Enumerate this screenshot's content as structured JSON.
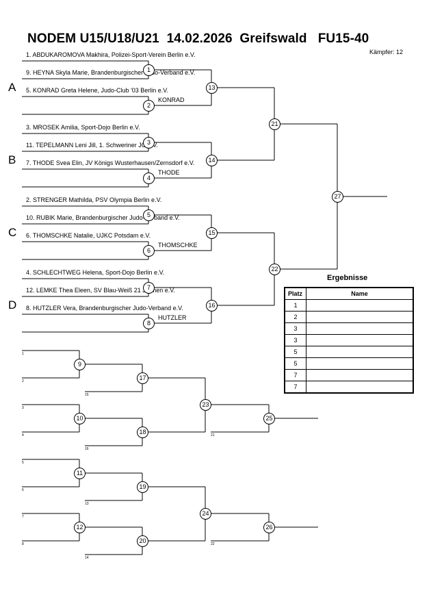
{
  "header": {
    "title": "NODEM U15/U18/U21  14.02.2026  Greifswald   FU15-40",
    "fighter_count": "Kämpfer: 12"
  },
  "groups": [
    "A",
    "B",
    "C",
    "D"
  ],
  "entries": [
    "1. ABDUKAROMOVA Makhira, Polizei-Sport-Verein Berlin e.V.",
    "9. HEYNA Skyla Marie, Brandenburgischer Judo-Verband e.V.",
    "5. KONRAD Greta Helene, Judo-Club '03 Berlin e.V.",
    "",
    "3. MROSEK Amilia, Sport-Dojo Berlin e.V.",
    "11. TEPELMANN Leni Jill, 1. Schweriner JC e.V.",
    "7. THODE Svea Elin, JV Königs Wusterhausen/Zernsdorf e.V.",
    "",
    "2. STRENGER Mathilda, PSV Olympia Berlin e.V.",
    "10. RUBIK Marie, Brandenburgischer Judo-Verband e.V.",
    "6. THOMSCHKE Natalie, UJKC Potsdam e.V.",
    "",
    "4. SCHLECHTWEG Helena, Sport-Dojo Berlin e.V.",
    "12. LEMKE Thea Eleen, SV Blau-Weiß 21 Jarmen e.V.",
    "8. HUTZLER Vera, Brandenburgischer Judo-Verband e.V.",
    ""
  ],
  "winners": {
    "m2": "KONRAD",
    "m4": "THODE",
    "m6": "THOMSCHKE",
    "m8": "HUTZLER"
  },
  "matches": {
    "m1": "1",
    "m2": "2",
    "m3": "3",
    "m4": "4",
    "m5": "5",
    "m6": "6",
    "m7": "7",
    "m8": "8",
    "m9": "9",
    "m10": "10",
    "m11": "11",
    "m12": "12",
    "m13": "13",
    "m14": "14",
    "m15": "15",
    "m16": "16",
    "m17": "17",
    "m18": "18",
    "m19": "19",
    "m20": "20",
    "m21": "21",
    "m22": "22",
    "m23": "23",
    "m24": "24",
    "m25": "25",
    "m26": "26",
    "m27": "27"
  },
  "repechage_labels": {
    "l1": "1",
    "l2": "2",
    "l3": "3",
    "l4": "4",
    "l5": "5",
    "l6": "6",
    "l7": "7",
    "l8": "8",
    "l15": "15",
    "l16": "16",
    "l13": "13",
    "l14": "14",
    "l21": "21",
    "l22": "22"
  },
  "results": {
    "title": "Ergebnisse",
    "col_place": "Platz",
    "col_name": "Name",
    "places": [
      "1",
      "2",
      "3",
      "3",
      "5",
      "5",
      "7",
      "7"
    ]
  }
}
